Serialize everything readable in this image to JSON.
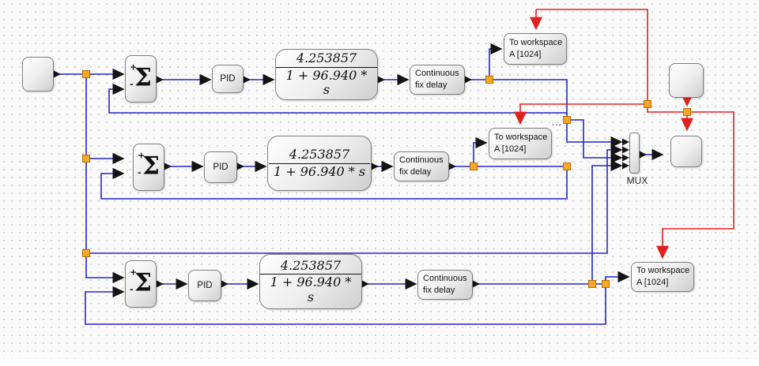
{
  "colors": {
    "canvas_bg": "#fbfbfb",
    "grid_dot": "#d3d3d3",
    "wire_blue": "#2323cd",
    "wire_red": "#e11f1f",
    "link_point_fill": "#f9a825",
    "link_point_border": "#b36d00",
    "block_border": "#7e7e7e",
    "scope_screen": "#1c4f97",
    "scope_curve": "#d42323",
    "clock_circle": "#d92121"
  },
  "blocks": {
    "sum": {
      "symbol": "Σ",
      "plus": "+",
      "minus": "-"
    },
    "pid": {
      "label": "PID"
    },
    "transfer_fn": {
      "numerator": "4.253857",
      "denominator": "1 + 96.940 * s"
    },
    "delay": {
      "line1": "Continuous",
      "line2": "fix delay"
    },
    "to_workspace": {
      "line1": "To workspace",
      "line2": "A [1024]"
    },
    "mux": {
      "label": "MUX"
    },
    "annotation_dots": "..."
  }
}
